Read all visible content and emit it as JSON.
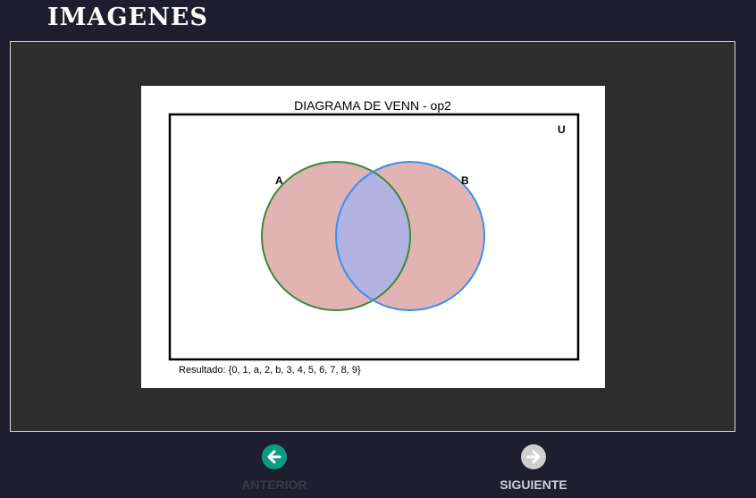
{
  "header": {
    "title": "IMAGENES"
  },
  "image": {
    "title": "DIAGRAMA DE VENN - op2",
    "universe_label": "U",
    "set_a_label": "A",
    "set_b_label": "B",
    "result_text": "Resultado: {0, 1, a, 2, b, 3, 4, 5, 6, 7, 8, 9}",
    "colors": {
      "set_fill": "#e2b3b3",
      "intersection_fill": "#b3b3e2",
      "set_a_stroke": "#3a8a36",
      "set_b_stroke": "#3b8ef0"
    }
  },
  "navigation": {
    "prev_label": "ANTERIOR",
    "prev_icon": "arrow-left-icon",
    "next_label": "SIGUIENTE",
    "next_icon": "arrow-right-icon"
  }
}
